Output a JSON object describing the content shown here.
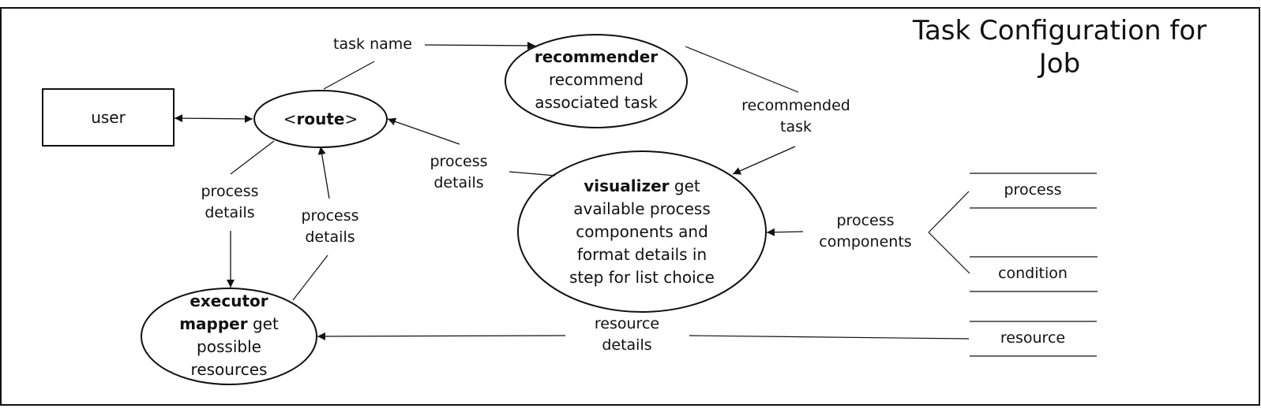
{
  "title": {
    "line1": "Task Configuration for",
    "line2": "Job"
  },
  "nodes": {
    "user": "user",
    "route": {
      "open": "<",
      "name": "route",
      "close": ">"
    },
    "recommender": {
      "name": "recommender",
      "line1": "recommend",
      "line2": "associated task"
    },
    "visualizer": {
      "name": "visualizer",
      "rest": " get",
      "line2": "available process",
      "line3": "components and",
      "line4": "format details in",
      "line5": "step for  list choice"
    },
    "executor": {
      "name1": "executor",
      "name2": "mapper",
      "rest": " get",
      "line3": "possible",
      "line4": "resources"
    }
  },
  "flows": {
    "task_name": "task name",
    "recommended_task": {
      "l1": "recommended",
      "l2": "task"
    },
    "process_details_a": {
      "l1": "process",
      "l2": "details"
    },
    "process_details_b": {
      "l1": "process",
      "l2": "details"
    },
    "process_details_c": {
      "l1": "process",
      "l2": "details"
    },
    "process_components": {
      "l1": "process",
      "l2": "components"
    },
    "resource_details": {
      "l1": "resource",
      "l2": "details"
    }
  },
  "stores": {
    "process": "process",
    "condition": "condition",
    "resource": "resource"
  }
}
